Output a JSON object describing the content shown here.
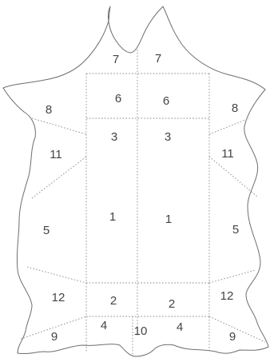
{
  "regions": [
    {
      "id": "7a",
      "label": "7"
    },
    {
      "id": "7b",
      "label": "7"
    },
    {
      "id": "6a",
      "label": "6"
    },
    {
      "id": "6b",
      "label": "6"
    },
    {
      "id": "8a",
      "label": "8"
    },
    {
      "id": "8b",
      "label": "8"
    },
    {
      "id": "3a",
      "label": "3"
    },
    {
      "id": "3b",
      "label": "3"
    },
    {
      "id": "11a",
      "label": "11"
    },
    {
      "id": "11b",
      "label": "11"
    },
    {
      "id": "1a",
      "label": "1"
    },
    {
      "id": "1b",
      "label": "1"
    },
    {
      "id": "5a",
      "label": "5"
    },
    {
      "id": "5b",
      "label": "5"
    },
    {
      "id": "12a",
      "label": "12"
    },
    {
      "id": "12b",
      "label": "12"
    },
    {
      "id": "2a",
      "label": "2"
    },
    {
      "id": "2b",
      "label": "2"
    },
    {
      "id": "4a",
      "label": "4"
    },
    {
      "id": "4b",
      "label": "4"
    },
    {
      "id": "10",
      "label": "10"
    },
    {
      "id": "9a",
      "label": "9"
    },
    {
      "id": "9b",
      "label": "9"
    }
  ]
}
